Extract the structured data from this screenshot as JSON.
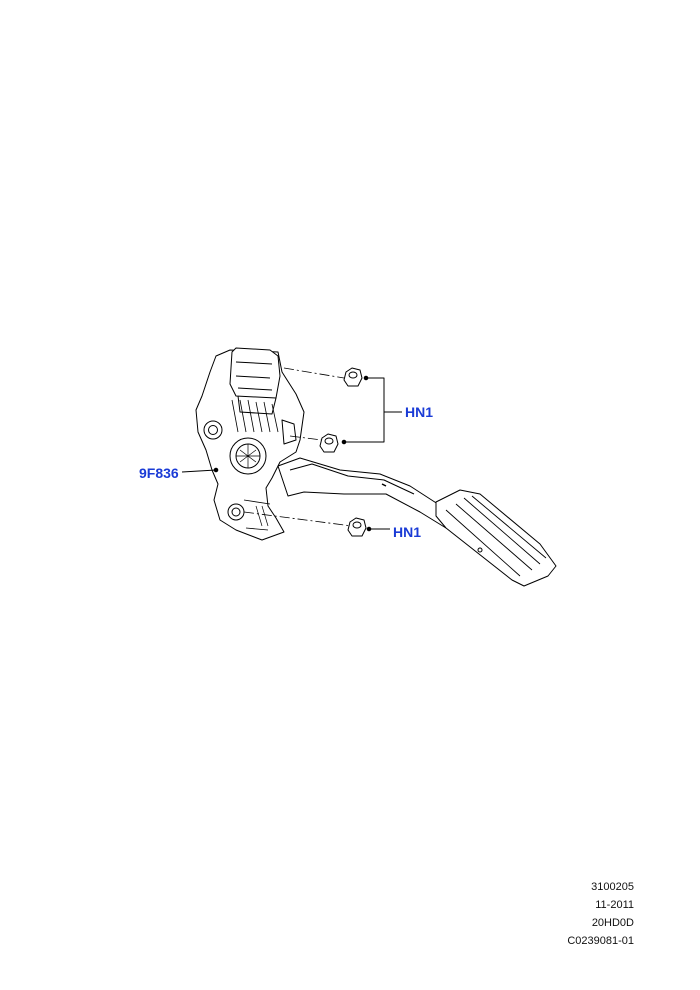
{
  "callouts": {
    "pedal_assembly": "9F836",
    "nuts_upper": "HN1",
    "nut_lower": "HN1"
  },
  "footer": {
    "line1": "3100205",
    "line2": "11-2011",
    "line3": "20HD0D",
    "line4": "C0239081-01"
  },
  "colors": {
    "callout": "#1a3bd6",
    "line": "#000000"
  }
}
